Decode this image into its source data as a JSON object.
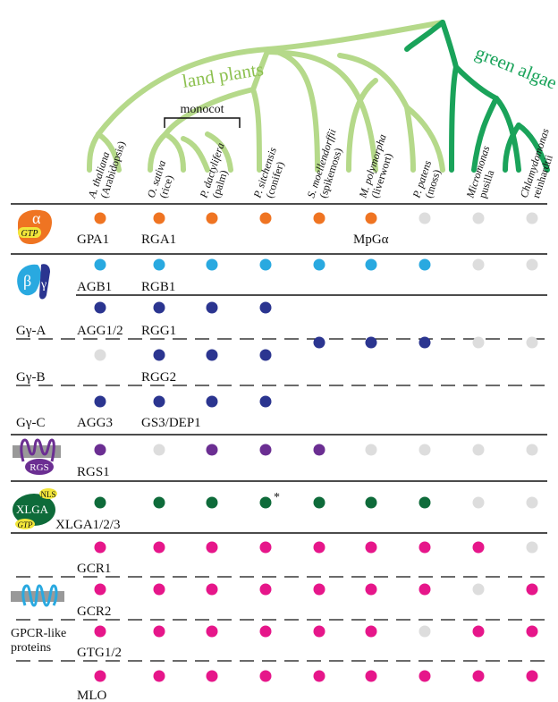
{
  "header": {
    "group_land": "land plants",
    "group_algae": "green algae",
    "clade_monocot": "monocot"
  },
  "taxa": [
    {
      "genus": "A. thaliana",
      "common": "(Arabidopsis)"
    },
    {
      "genus": "O. sativa",
      "common": "(rice)"
    },
    {
      "genus": "P. dactylifera",
      "common": "(palm)"
    },
    {
      "genus": "P. sitchensis",
      "common": "(conifer)"
    },
    {
      "genus": "S. moellendorffii",
      "common": "(spikemoss)"
    },
    {
      "genus": "M. polymorpha",
      "common": "(liverwort)"
    },
    {
      "genus": "P. patens",
      "common": "(moss)"
    },
    {
      "genus": "Micromonas",
      "common": "pusilla"
    },
    {
      "genus": "Chlamydomonas",
      "common": "reinhardtii"
    }
  ],
  "legend": {
    "alpha_symbol": "α",
    "alpha_gtp": "GTP",
    "beta_symbol": "β",
    "gamma_symbol": "γ",
    "rgs_badge": "RGS",
    "xlga_label": "XLGA",
    "xlga_nls": "NLS",
    "xlga_gtp": "GTP",
    "gpcr_caption_1": "GPCR-like",
    "gpcr_caption_2": "proteins"
  },
  "rows": [
    {
      "key": "alpha",
      "label": "",
      "genes": [
        {
          "col": 0,
          "text": "GPA1"
        },
        {
          "col": 1,
          "text": "RGA1"
        },
        {
          "col": 5,
          "text": "MpGα"
        }
      ],
      "color": "#ef7422",
      "presence": [
        1,
        1,
        1,
        1,
        1,
        1,
        0,
        0,
        0
      ]
    },
    {
      "key": "beta",
      "label": "",
      "genes": [
        {
          "col": 0,
          "text": "AGB1"
        },
        {
          "col": 1,
          "text": "RGB1"
        }
      ],
      "color": "#29a9e0",
      "presence": [
        1,
        1,
        1,
        1,
        1,
        1,
        1,
        0,
        0
      ]
    },
    {
      "key": "gA",
      "label": "Gγ-A",
      "genes": [
        {
          "col": 0,
          "text": "AGG1/2"
        },
        {
          "col": 1,
          "text": "RGG1"
        }
      ],
      "color": "#2b3590",
      "presence": [
        1,
        1,
        1,
        1,
        null,
        null,
        null,
        null,
        null
      ]
    },
    {
      "key": "gB",
      "label": "Gγ-B",
      "genes": [
        {
          "col": 1,
          "text": "RGG2"
        }
      ],
      "color": "#2b3590",
      "presence": [
        0,
        1,
        1,
        1,
        null,
        null,
        null,
        null,
        null
      ]
    },
    {
      "key": "gC",
      "label": "Gγ-C",
      "genes": [
        {
          "col": 0,
          "text": "AGG3"
        },
        {
          "col": 1,
          "text": "GS3/DEP1"
        }
      ],
      "color": "#2b3590",
      "presence": [
        1,
        1,
        1,
        1,
        null,
        null,
        null,
        null,
        null
      ]
    },
    {
      "key": "gBasal",
      "label": "",
      "genes": [],
      "color": "#2b3590",
      "presence": [
        null,
        null,
        null,
        null,
        1,
        1,
        1,
        0,
        0
      ]
    },
    {
      "key": "rgs",
      "label": "",
      "genes": [
        {
          "col": 0,
          "text": "RGS1"
        }
      ],
      "color": "#6b2e92",
      "presence": [
        1,
        0,
        1,
        1,
        1,
        0,
        0,
        0,
        0
      ]
    },
    {
      "key": "xlga",
      "label": "",
      "genes": [
        {
          "col": 0,
          "text": "XLGA1/2/3"
        }
      ],
      "color": "#0e6b3a",
      "presence": [
        1,
        1,
        1,
        1,
        1,
        1,
        1,
        0,
        0
      ],
      "note": {
        "col": 3,
        "text": "*"
      }
    },
    {
      "key": "gcr1",
      "label": "",
      "genes": [
        {
          "col": 0,
          "text": "GCR1"
        }
      ],
      "color": "#e6168a",
      "presence": [
        1,
        1,
        1,
        1,
        1,
        1,
        1,
        1,
        0
      ]
    },
    {
      "key": "gcr2",
      "label": "",
      "genes": [
        {
          "col": 0,
          "text": "GCR2"
        }
      ],
      "color": "#e6168a",
      "presence": [
        1,
        1,
        1,
        1,
        1,
        1,
        1,
        0,
        1
      ]
    },
    {
      "key": "gtg",
      "label": "",
      "genes": [
        {
          "col": 0,
          "text": "GTG1/2"
        }
      ],
      "color": "#e6168a",
      "presence": [
        1,
        1,
        1,
        1,
        1,
        1,
        0,
        1,
        1
      ]
    },
    {
      "key": "mlo",
      "label": "",
      "genes": [
        {
          "col": 0,
          "text": "MLO"
        }
      ],
      "color": "#e6168a",
      "presence": [
        1,
        1,
        1,
        1,
        1,
        1,
        1,
        1,
        1
      ]
    }
  ],
  "colors": {
    "land_branch": "#b5d98a",
    "land_text": "#8cc04f",
    "algae_branch": "#1aa35a",
    "algae_text": "#1aa35a",
    "absent": "#dddddd",
    "rule": "#111111"
  }
}
